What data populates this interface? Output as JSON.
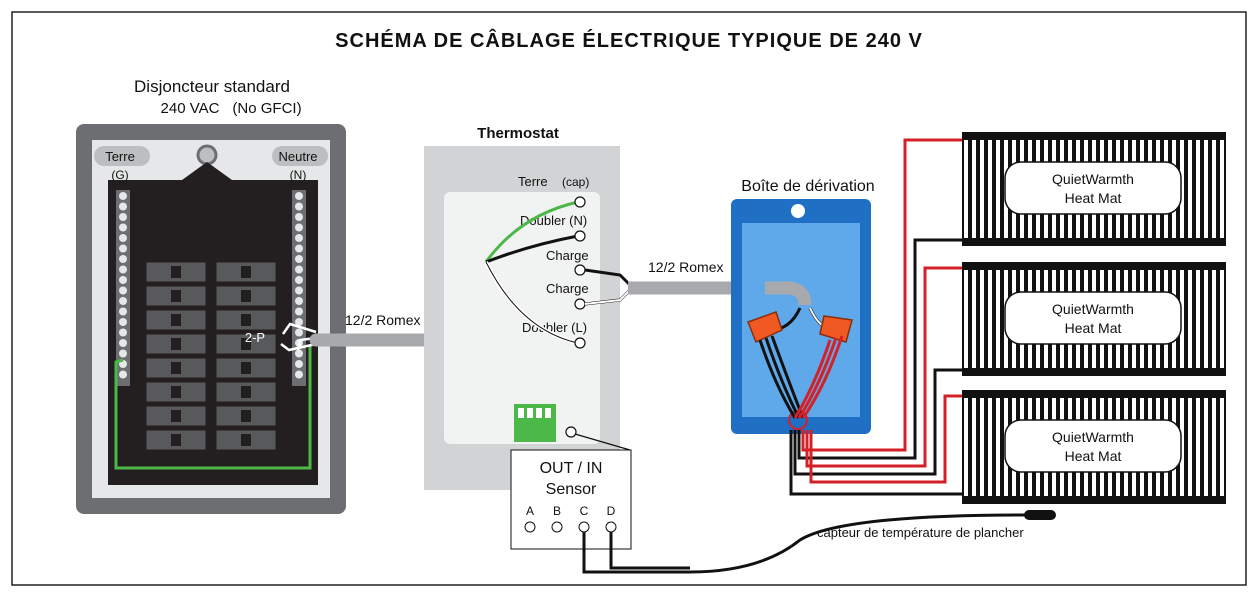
{
  "title": "SCHÉMA DE CÂBLAGE ÉLECTRIQUE TYPIQUE DE 240 V",
  "breaker": {
    "label": "Disjoncteur standard",
    "sublabel": "240 VAC",
    "sublabel2": "(No GFCI)",
    "ground_label": "Terre",
    "ground_code": "(G)",
    "neutral_label": "Neutre",
    "neutral_code": "(N)",
    "pole_label": "2-P"
  },
  "cable1_label": "12/2 Romex",
  "cable2_label": "12/2 Romex",
  "thermostat": {
    "label": "Thermostat",
    "ground_label": "Terre",
    "cap_label": "(cap)",
    "doubler_n": "Doubler (N)",
    "charge1": "Charge",
    "charge2": "Charge",
    "doubler_l": "Doubler (L)"
  },
  "sensor": {
    "line1": "OUT / IN",
    "line2": "Sensor",
    "terminals": [
      "A",
      "B",
      "C",
      "D"
    ]
  },
  "junction_box_label": "Boîte de dérivation",
  "mats": [
    {
      "line1": "QuietWarmth",
      "line2": "Heat Mat"
    },
    {
      "line1": "QuietWarmth",
      "line2": "Heat Mat"
    },
    {
      "line1": "QuietWarmth",
      "line2": "Heat Mat"
    }
  ],
  "floor_sensor_label": "capteur de température de plancher",
  "colors": {
    "ground_wire": "#4cb848",
    "line_wire": "#111111",
    "load_wire": "#d42027",
    "romex": "#a7a9ac",
    "junction_box": "#1f6fc4",
    "wire_nut": "#f05a22"
  }
}
